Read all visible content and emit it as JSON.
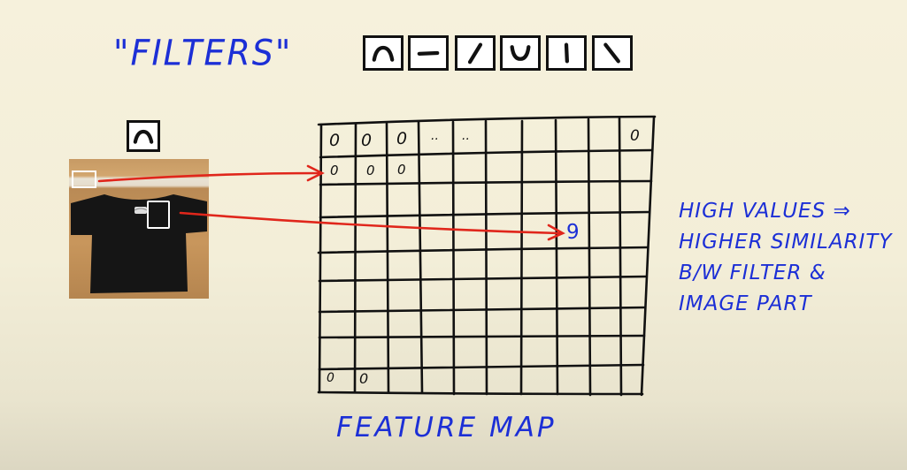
{
  "title": "\"FILTERS\"",
  "filters": [
    {
      "icon": "arc-up-icon"
    },
    {
      "icon": "horizontal-line-icon"
    },
    {
      "icon": "diagonal-slash-icon"
    },
    {
      "icon": "arc-down-icon"
    },
    {
      "icon": "vertical-line-icon"
    },
    {
      "icon": "diagonal-backslash-icon"
    }
  ],
  "active_filter": {
    "icon": "arc-up-icon"
  },
  "feature_map": {
    "label": "FEATURE MAP",
    "row0": [
      "0",
      "0",
      "0",
      "..",
      "..",
      "0"
    ],
    "row1": [
      "0",
      "0",
      "0"
    ],
    "last_row": [
      "0",
      "0"
    ],
    "high_value": "9"
  },
  "note_lines": [
    "HIGH VALUES ⇒",
    "HIGHER SIMILARITY",
    "B/W FILTER &",
    "IMAGE PART"
  ],
  "colors": {
    "ink": "#111111",
    "blue": "#1c2fd6",
    "arrow": "#e0261b",
    "background": "#f5f0da"
  }
}
